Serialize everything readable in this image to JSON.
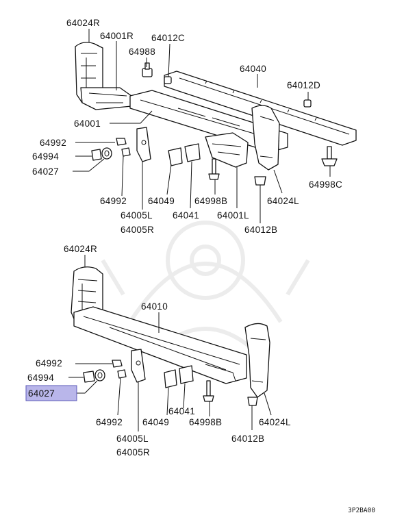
{
  "diagram_code": "3P2BA00",
  "highlight_color": "#b9b6ea",
  "watermark": "samurai-helmet-watermark",
  "upper_assembly": {
    "labels": {
      "l64024R": "64024R",
      "l64001R": "64001R",
      "l64012C": "64012C",
      "l64988": "64988",
      "l64040": "64040",
      "l64012D": "64012D",
      "l64001": "64001",
      "l64992a": "64992",
      "l64994": "64994",
      "l64027": "64027",
      "l64992b": "64992",
      "l64049": "64049",
      "l64998B": "64998B",
      "l64005L": "64005L",
      "l64005R": "64005R",
      "l64041": "64041",
      "l64001L": "64001L",
      "l64012B": "64012B",
      "l64024L": "64024L",
      "l64998C": "64998C"
    }
  },
  "lower_assembly": {
    "labels": {
      "l64024R": "64024R",
      "l64010": "64010",
      "l64992a": "64992",
      "l64994": "64994",
      "l64027": "64027",
      "l64992b": "64992",
      "l64049": "64049",
      "l64041": "64041",
      "l64998B": "64998B",
      "l64005L": "64005L",
      "l64005R": "64005R",
      "l64012B": "64012B",
      "l64024L": "64024L"
    },
    "highlighted_part": "64027"
  }
}
